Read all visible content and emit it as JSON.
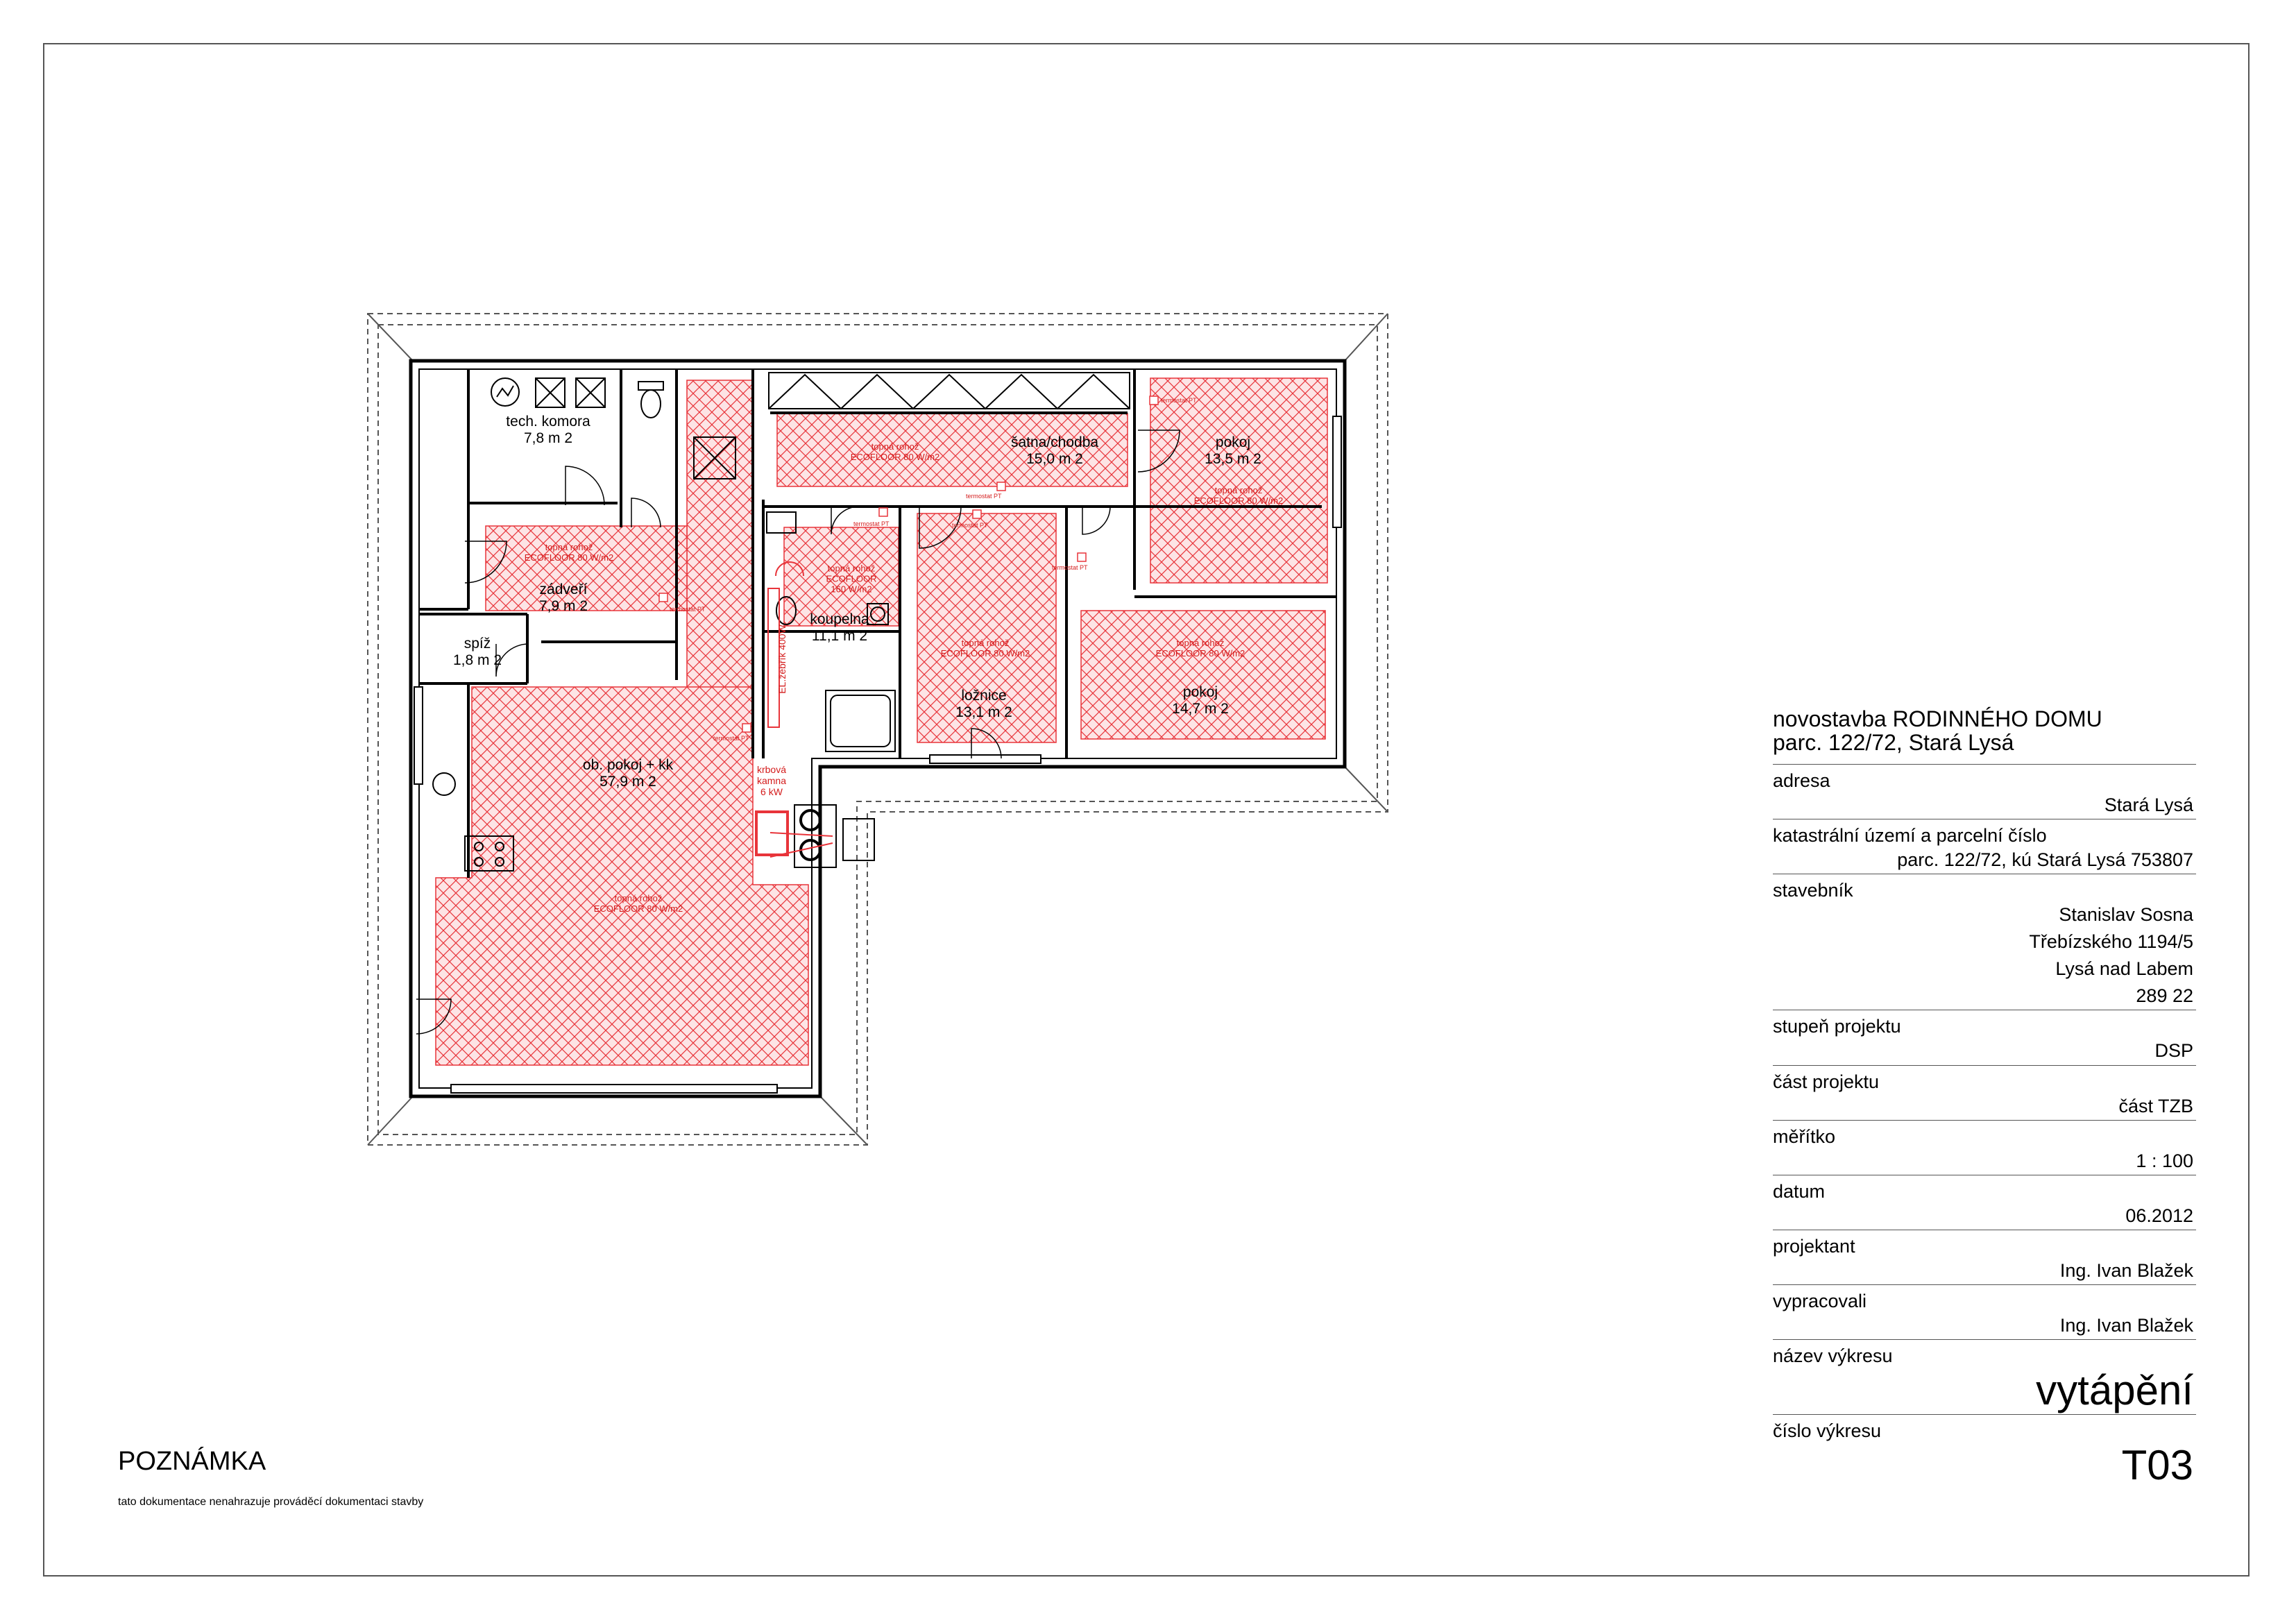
{
  "colors": {
    "wall": "#000000",
    "heating": "#e8343a",
    "hatch_fill": "#fde4e5",
    "frame": "#555555"
  },
  "rooms": [
    {
      "id": "tech",
      "name": "tech. komora",
      "area": "7,8 m 2"
    },
    {
      "id": "satna",
      "name": "šatna/chodba",
      "area": "15,0 m 2"
    },
    {
      "id": "pokoj1",
      "name": "pokoj",
      "area": "13,5 m 2"
    },
    {
      "id": "zadveri",
      "name": "zádveří",
      "area": "7,9 m 2"
    },
    {
      "id": "koupelna",
      "name": "koupelna",
      "area": "11,1 m 2"
    },
    {
      "id": "spiz",
      "name": "spíž",
      "area": "1,8 m 2"
    },
    {
      "id": "loznice",
      "name": "ložnice",
      "area": "13,1 m 2"
    },
    {
      "id": "pokoj2",
      "name": "pokoj",
      "area": "14,7 m 2"
    },
    {
      "id": "obpokoj",
      "name": "ob. pokoj + kk",
      "area": "57,9 m 2"
    }
  ],
  "heating_labels": [
    {
      "id": "h-satna",
      "line1": "topná rohož",
      "line2": "ECOFLOOR 80 W/m2"
    },
    {
      "id": "h-pokoj1",
      "line1": "topná rohož",
      "line2": "ECOFLOOR 80 W/m2"
    },
    {
      "id": "h-zadveri",
      "line1": "topná rohož",
      "line2": "ECOFLOOR 80 W/m2"
    },
    {
      "id": "h-koupelna",
      "line1": "topná rohož",
      "line2": "ECOFLOOR",
      "line3": "160 W/m2"
    },
    {
      "id": "h-loznice",
      "line1": "topná rohož",
      "line2": "ECOFLOOR 80 W/m2"
    },
    {
      "id": "h-pokoj2",
      "line1": "topná rohož",
      "line2": "ECOFLOOR 80 W/m2"
    },
    {
      "id": "h-obpokoj",
      "line1": "topná rohož",
      "line2": "ECOFLOOR 80 W/m2"
    }
  ],
  "thermostat_label": "termostat PT",
  "ladder_label": "EL.žebřík 400W",
  "stove_label": {
    "line1": "krbová",
    "line2": "kamna",
    "line3": "6 kW"
  },
  "title_block": {
    "project_line1": "novostavba RODINNÉHO DOMU",
    "project_line2": "parc. 122/72, Stará Lysá",
    "rows": [
      {
        "label": "adresa",
        "value": [
          "Stará Lysá"
        ]
      },
      {
        "label": "katastrální území a parcelní číslo",
        "value": [
          "parc. 122/72, kú Stará Lysá 753807"
        ]
      },
      {
        "label": "stavebník",
        "value": [
          "Stanislav Sosna",
          "Třebízského 1194/5",
          "Lysá nad Labem",
          "289 22"
        ]
      },
      {
        "label": "stupeň projektu",
        "value": [
          "DSP"
        ]
      },
      {
        "label": "část projektu",
        "value": [
          "část TZB"
        ]
      },
      {
        "label": "měřítko",
        "value": [
          "1 : 100"
        ]
      },
      {
        "label": "datum",
        "value": [
          "06.2012"
        ]
      },
      {
        "label": "projektant",
        "value": [
          "Ing. Ivan Blažek"
        ]
      },
      {
        "label": "vypracovali",
        "value": [
          "Ing. Ivan Blažek"
        ]
      },
      {
        "label": "název výkresu",
        "value": [
          "vytápění"
        ],
        "big": true
      },
      {
        "label": "číslo výkresu",
        "value": [
          "T03"
        ],
        "big": true
      }
    ]
  },
  "note": {
    "title": "POZNÁMKA",
    "text": "tato dokumentace nenahrazuje prováděcí dokumentaci stavby"
  }
}
